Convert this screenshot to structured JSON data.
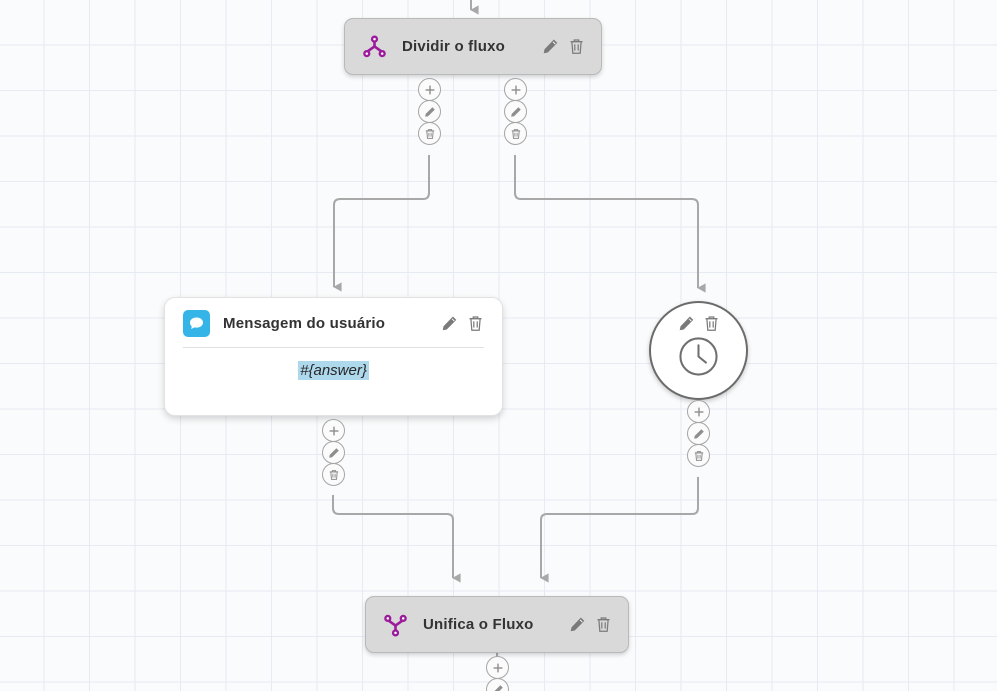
{
  "canvas": {
    "grid_color": "#e6eaf2",
    "background_color": "#fafbfc",
    "edge_color": "#a8a8a8"
  },
  "nodes": [
    {
      "id": "split",
      "type": "flow-split",
      "title": "Dividir o fluxo",
      "icon": "flow-split-icon",
      "icon_color": "#9c1a9c",
      "card_color": "#d9d9d9",
      "edit_label": "Editar",
      "delete_label": "Excluir"
    },
    {
      "id": "user-message",
      "type": "message",
      "title": "Mensagem do usuário",
      "icon": "speech-bubble-icon",
      "icon_color": "#35b4e8",
      "card_color": "#ffffff",
      "body_token": "#{answer}",
      "token_highlight": "#aed8ec",
      "edit_label": "Editar",
      "delete_label": "Excluir"
    },
    {
      "id": "timer",
      "type": "timer",
      "title": "",
      "icon": "clock-icon",
      "card_color": "#ffffff",
      "edit_label": "Editar",
      "delete_label": "Excluir"
    },
    {
      "id": "merge",
      "type": "flow-merge",
      "title": "Unifica o Fluxo",
      "icon": "flow-merge-icon",
      "icon_color": "#9c1a9c",
      "card_color": "#d9d9d9",
      "edit_label": "Editar",
      "delete_label": "Excluir"
    }
  ],
  "port_actions": [
    {
      "key": "add",
      "icon": "plus-icon",
      "label": "Adicionar"
    },
    {
      "key": "edit",
      "icon": "pencil-icon",
      "label": "Editar"
    },
    {
      "key": "delete",
      "icon": "trash-icon",
      "label": "Excluir"
    }
  ]
}
